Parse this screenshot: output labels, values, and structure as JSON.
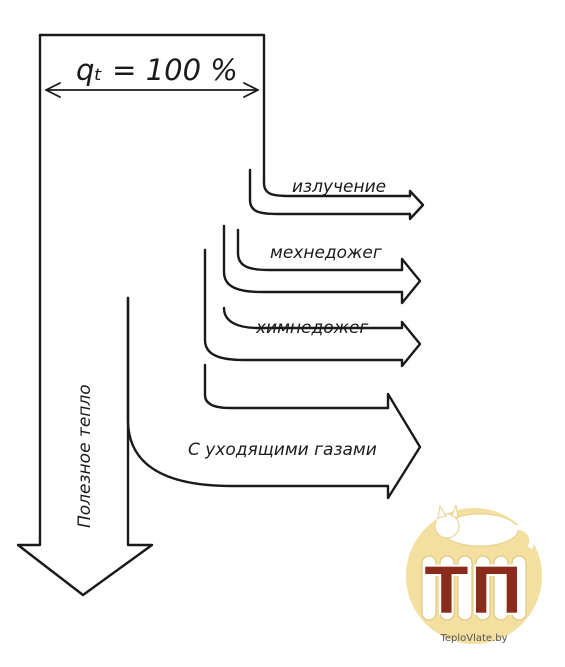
{
  "diagram": {
    "total_label": "qₜ = 100 %",
    "useful_heat_label": "Полезное тепло",
    "losses": [
      {
        "id": "radiation",
        "label": "излучение"
      },
      {
        "id": "mech_incomplete",
        "label": "мехнедожег"
      },
      {
        "id": "chem_incomplete",
        "label": "химнедожег"
      },
      {
        "id": "flue_gas",
        "label": "С уходящими газами"
      }
    ]
  },
  "watermark": {
    "logo_letters": "ТП",
    "site": "TeploVlate.by",
    "colors": {
      "circle": "#f3dfa0",
      "letters": "#8b2b1b",
      "text": "#555555"
    }
  },
  "colors": {
    "ink": "#1a1a1a",
    "paper": "#ffffff"
  }
}
